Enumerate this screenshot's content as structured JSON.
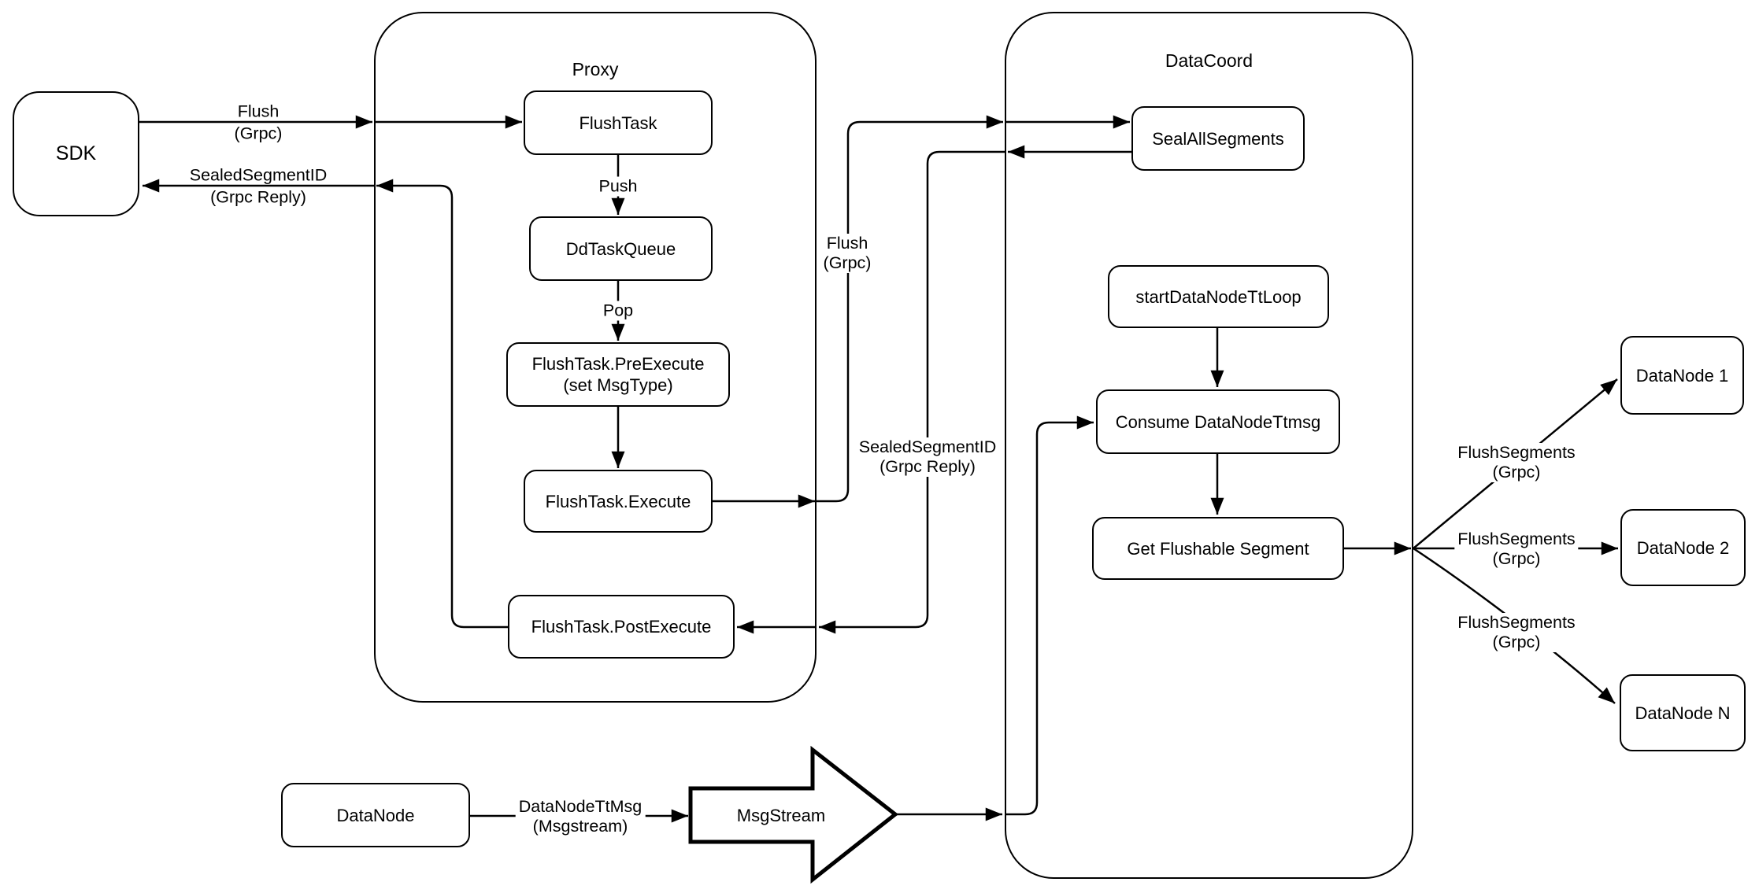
{
  "diagram": {
    "colors": {
      "stroke": "#000000",
      "background": "#ffffff"
    },
    "containers": {
      "proxy": {
        "title": "Proxy"
      },
      "datacoord": {
        "title": "DataCoord"
      }
    },
    "nodes": {
      "sdk": {
        "label": "SDK"
      },
      "flush_task": {
        "label": "FlushTask"
      },
      "dd_task_queue": {
        "label": "DdTaskQueue"
      },
      "pre_execute": {
        "line1": "FlushTask.PreExecute",
        "line2": "(set MsgType)"
      },
      "execute": {
        "label": "FlushTask.Execute"
      },
      "post_execute": {
        "label": "FlushTask.PostExecute"
      },
      "seal_all_segments": {
        "label": "SealAllSegments"
      },
      "start_datanode_tt_loop": {
        "label": "startDataNodeTtLoop"
      },
      "consume_datanode_ttmsg": {
        "label": "Consume DataNodeTtmsg"
      },
      "get_flushable_segment": {
        "label": "Get Flushable Segment"
      },
      "msg_stream": {
        "label": "MsgStream"
      },
      "data_node": {
        "label": "DataNode"
      },
      "data_node_1": {
        "label": "DataNode 1"
      },
      "data_node_2": {
        "label": "DataNode 2"
      },
      "data_node_n": {
        "label": "DataNode N"
      }
    },
    "edge_labels": {
      "flush_sdk_proxy": {
        "line1": "Flush",
        "line2": "(Grpc)"
      },
      "sealed_proxy_sdk": {
        "line1": "SealedSegmentID",
        "line2": "(Grpc Reply)"
      },
      "push": {
        "label": "Push"
      },
      "pop": {
        "label": "Pop"
      },
      "flush_proxy_datacoord": {
        "line1": "Flush",
        "line2": "(Grpc)"
      },
      "sealed_datacoord_proxy": {
        "line1": "SealedSegmentID",
        "line2": "(Grpc Reply)"
      },
      "flush_segments_1": {
        "line1": "FlushSegments",
        "line2": "(Grpc)"
      },
      "flush_segments_2": {
        "line1": "FlushSegments",
        "line2": "(Grpc)"
      },
      "flush_segments_3": {
        "line1": "FlushSegments",
        "line2": "(Grpc)"
      },
      "datanode_ttmsg": {
        "line1": "DataNodeTtMsg",
        "line2": "(Msgstream)"
      }
    }
  }
}
